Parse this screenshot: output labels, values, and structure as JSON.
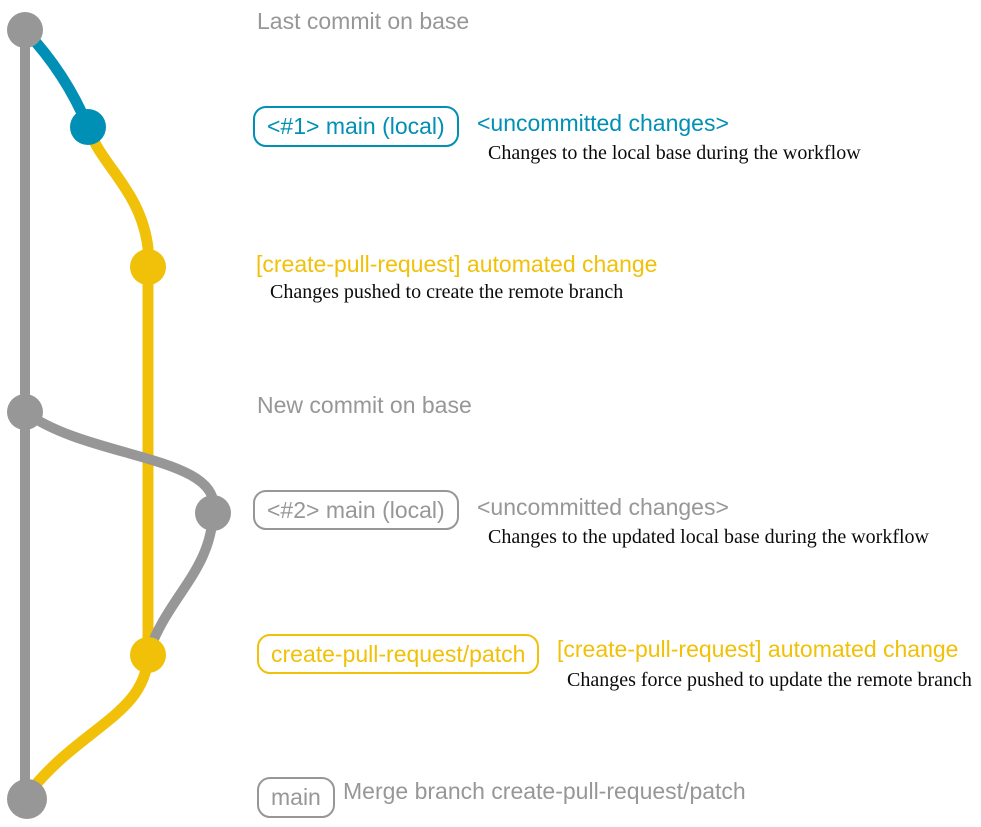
{
  "colors": {
    "gray": "#979797",
    "blue": "#008fb5",
    "yellow": "#f1c109",
    "black": "#0b0b0b",
    "background": "#ffffff"
  },
  "graph": {
    "branches": [
      {
        "name": "base",
        "color": "gray"
      },
      {
        "name": "main (local) #1",
        "color": "blue"
      },
      {
        "name": "create-pull-request/patch",
        "color": "yellow"
      },
      {
        "name": "main (local) #2",
        "color": "gray"
      }
    ],
    "commits": [
      {
        "id": "last-commit-on-base",
        "branch": "base",
        "color": "gray"
      },
      {
        "id": "uncommitted-changes-1",
        "branch": "main (local) #1",
        "color": "blue"
      },
      {
        "id": "automated-change-push",
        "branch": "create-pull-request/patch",
        "color": "yellow"
      },
      {
        "id": "new-commit-on-base",
        "branch": "base",
        "color": "gray"
      },
      {
        "id": "uncommitted-changes-2",
        "branch": "main (local) #2",
        "color": "gray"
      },
      {
        "id": "automated-change-force-push",
        "branch": "create-pull-request/patch",
        "color": "yellow"
      },
      {
        "id": "merge-commit",
        "branch": "base",
        "color": "gray"
      }
    ]
  },
  "rows": {
    "last_commit": {
      "label": "Last commit on base"
    },
    "commit_1": {
      "branch_badge": "<#1> main (local)",
      "status": "<uncommitted changes>",
      "note": "Changes to the local base during the workflow"
    },
    "push_1": {
      "message": "[create-pull-request] automated change",
      "note": "Changes pushed to create the remote branch"
    },
    "new_commit": {
      "label": "New commit on base"
    },
    "commit_2": {
      "branch_badge": "<#2> main (local)",
      "status": "<uncommitted changes>",
      "note": "Changes to the updated local base during the workflow"
    },
    "push_2": {
      "branch_badge": "create-pull-request/patch",
      "message": "[create-pull-request] automated change",
      "note": "Changes force pushed to update the remote branch"
    },
    "merge": {
      "branch_badge": "main",
      "message": "Merge branch create-pull-request/patch"
    }
  }
}
